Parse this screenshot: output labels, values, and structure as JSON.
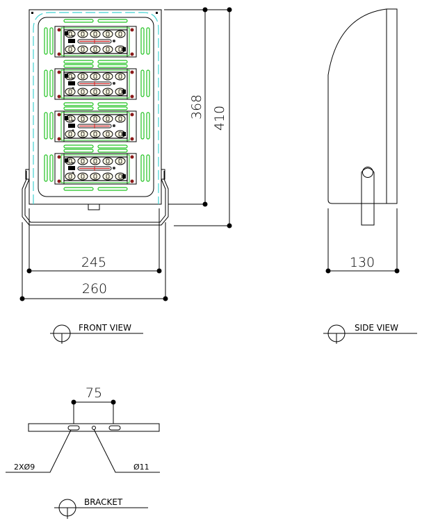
{
  "drawing": {
    "views": {
      "front": {
        "label": "FRONT  VIEW"
      },
      "side": {
        "label": "SIDE  VIEW"
      },
      "bracket": {
        "label": "BRACKET"
      }
    },
    "dimensions": {
      "front_inner_width": "245",
      "front_outer_width": "260",
      "front_body_height": "368",
      "front_total_height": "410",
      "side_depth": "130",
      "bracket_hole_spacing": "75"
    },
    "callouts": {
      "bracket_slot_holes": "2XØ9",
      "bracket_center_hole": "Ø11"
    },
    "led_module_count": 4,
    "led_module_columns": 5,
    "colors": {
      "outline": "#000000",
      "heatsink_fins": "#1fc21f",
      "lens_border": "#3fd0d0",
      "led_strip": "#d02020",
      "mount_screws": "#8b1a1a"
    }
  }
}
